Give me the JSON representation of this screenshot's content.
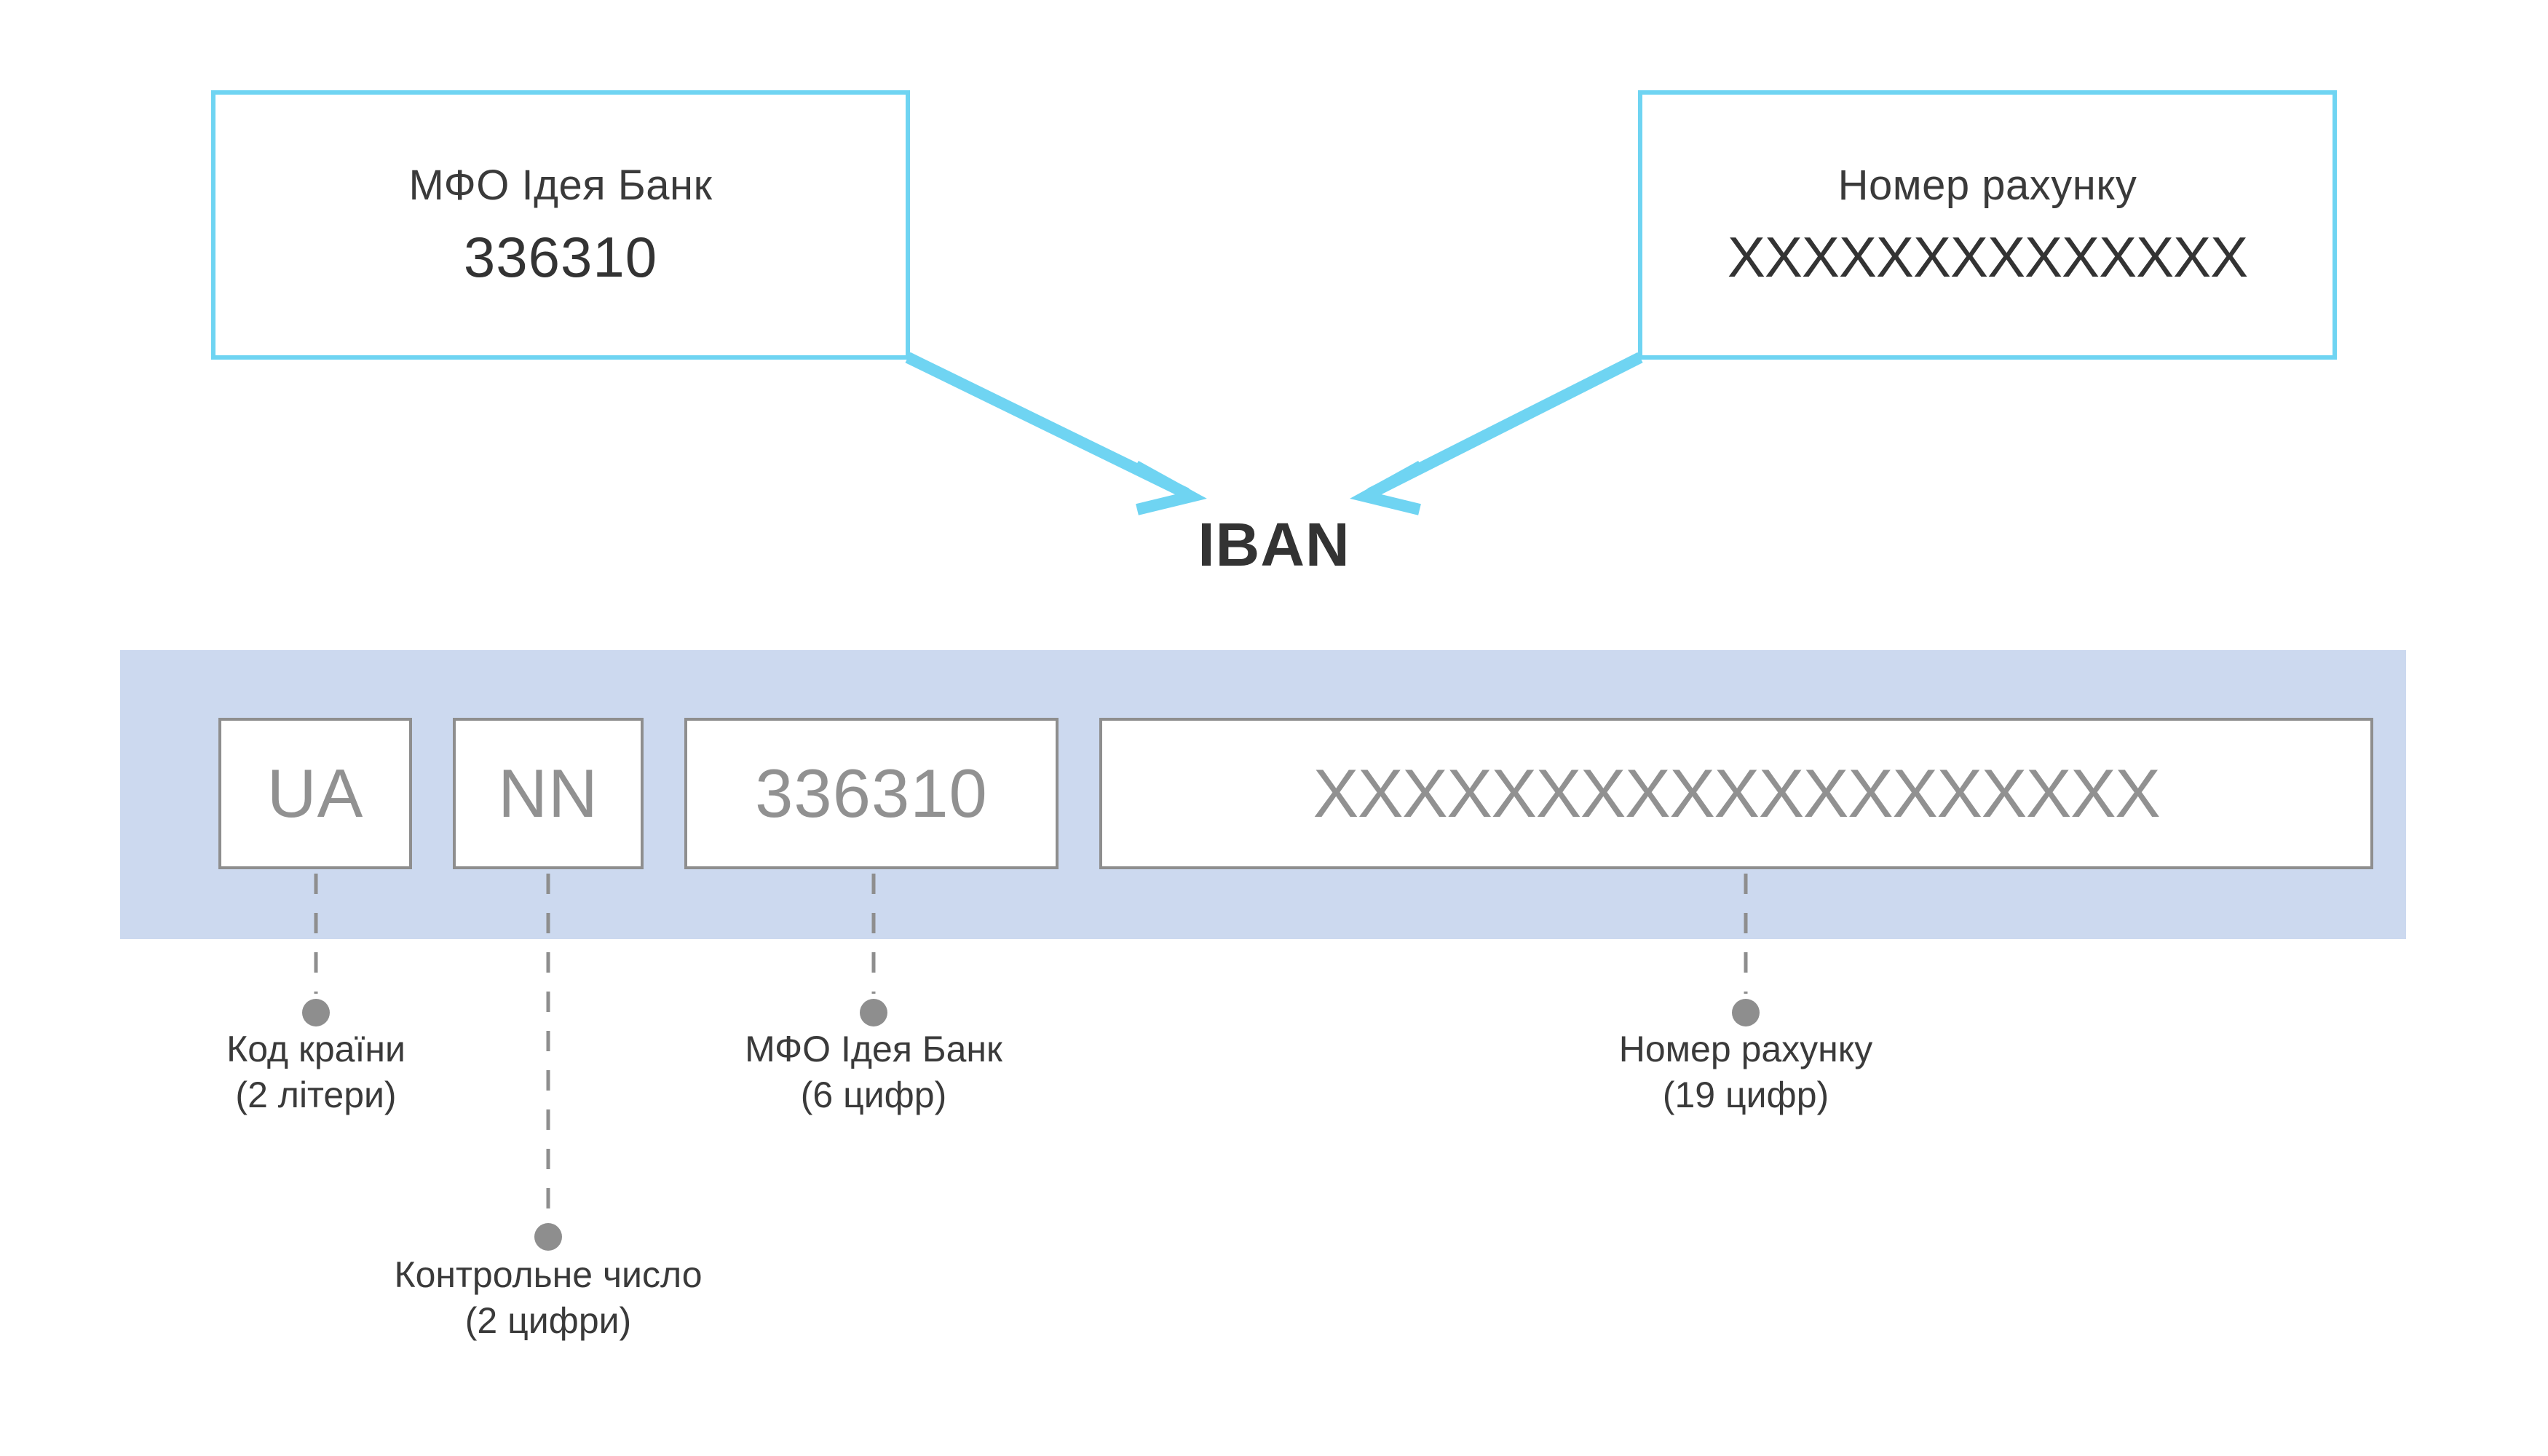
{
  "colors": {
    "accent_cyan": "#6fd4f2",
    "band_lavender": "#ccd9ef",
    "segment_border_gray": "#8e8e8e",
    "segment_text_gray": "#919191",
    "text_dark": "#333333",
    "leader_gray": "#8e8e8e"
  },
  "callouts": {
    "bank_code": {
      "label": "МФО Ідея Банк",
      "value": "336310"
    },
    "account_number": {
      "label": "Номер рахунку",
      "value": "XXXXXXXXXXXXXX"
    }
  },
  "title": "IBAN",
  "iban": {
    "segments": [
      {
        "id": "country",
        "value": "UA"
      },
      {
        "id": "checksum",
        "value": "NN"
      },
      {
        "id": "bank",
        "value": "336310"
      },
      {
        "id": "account",
        "value": "XXXXXXXXXXXXXXXXXXX"
      }
    ]
  },
  "captions": {
    "country": {
      "name": "Код країни",
      "detail": "(2 літери)"
    },
    "checksum": {
      "name": "Контрольне число",
      "detail": "(2 цифри)"
    },
    "bank": {
      "name": "МФО Ідея Банк",
      "detail": "(6 цифр)"
    },
    "account": {
      "name": "Номер рахунку",
      "detail": "(19 цифр)"
    }
  }
}
